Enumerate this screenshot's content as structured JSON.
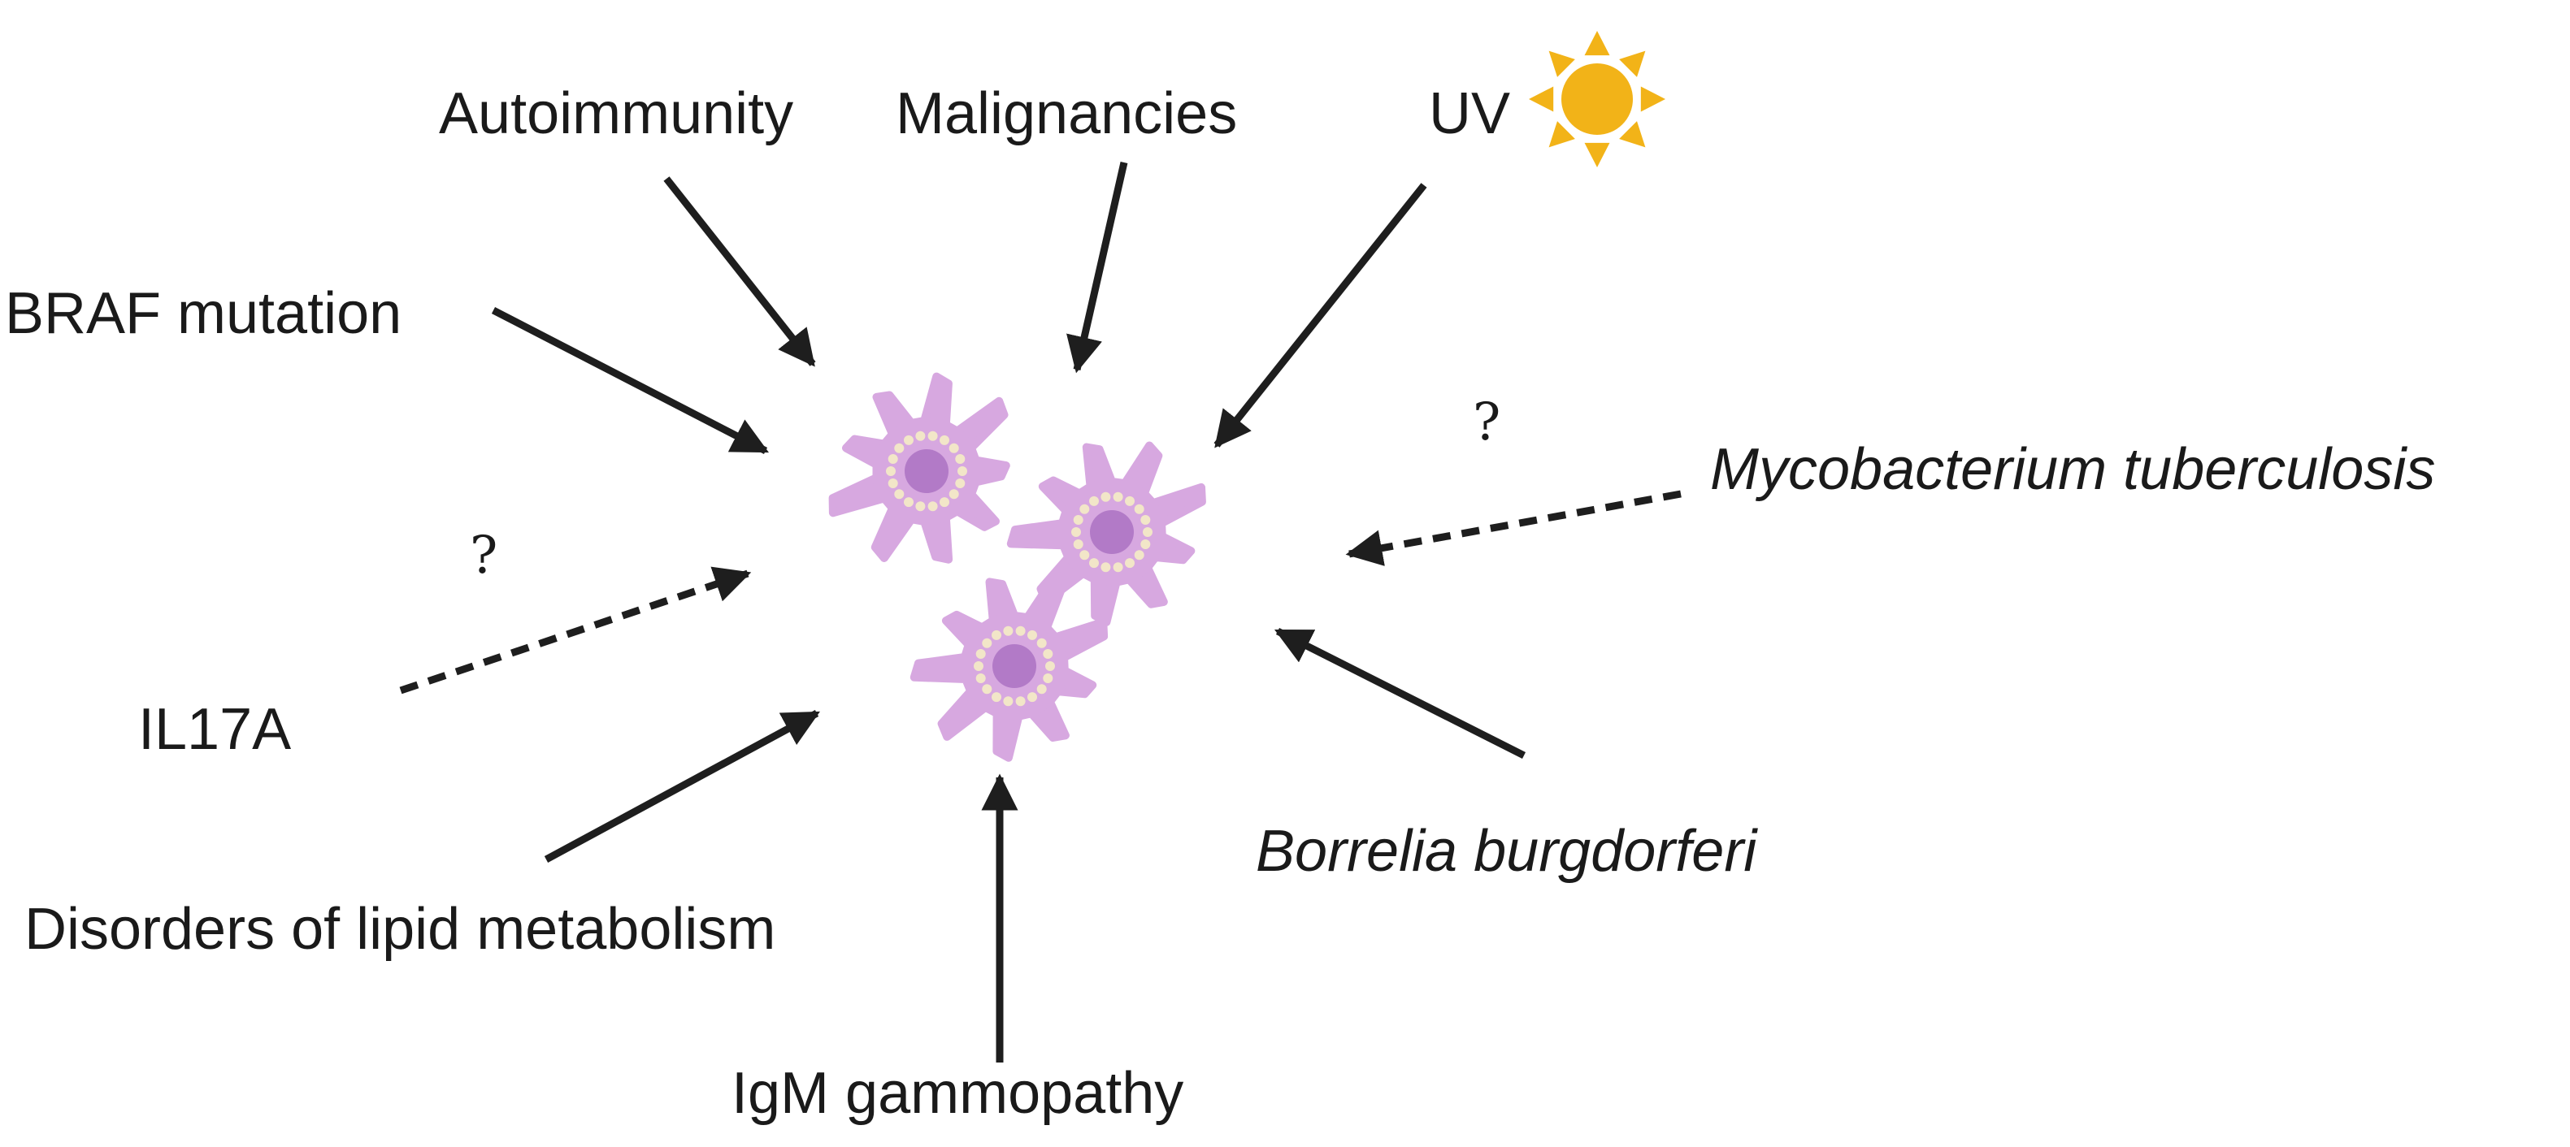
{
  "labels": {
    "autoimmunity": "Autoimmunity",
    "malignancies": "Malignancies",
    "uv": "UV",
    "braf": "BRAF mutation",
    "mycobacterium": "Mycobacterium tuberculosis",
    "il17a": "IL17A",
    "borrelia": "Borrelia burgdorferi",
    "lipid": "Disorders of lipid metabolism",
    "igm": "IgM gammopathy"
  },
  "uncertain_marks": {
    "left": "?",
    "right": "?"
  },
  "icons": {
    "sun": "sun-icon",
    "cell": "dendritic-cell-icon"
  },
  "colors": {
    "arrow": "#1e1e1e",
    "sun": "#f2b318",
    "cell_body": "#d7a8e0",
    "cell_nucleus": "#b27ac7",
    "cell_granule": "#f2e6c8"
  }
}
